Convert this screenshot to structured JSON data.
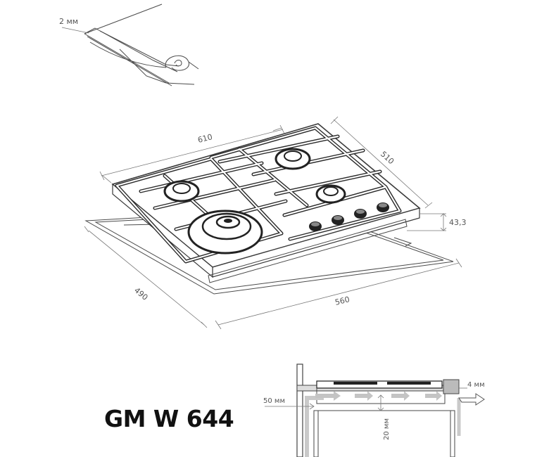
{
  "model": "GM W 644",
  "dimensions": {
    "gap": "2 мм",
    "width": "610",
    "depth": "510",
    "height": "43,3",
    "cutout_width": "560",
    "cutout_depth": "490"
  },
  "installation": {
    "side_gap": "50 мм",
    "bottom_gap": "20 мм",
    "edge_gap": "4 мм"
  }
}
